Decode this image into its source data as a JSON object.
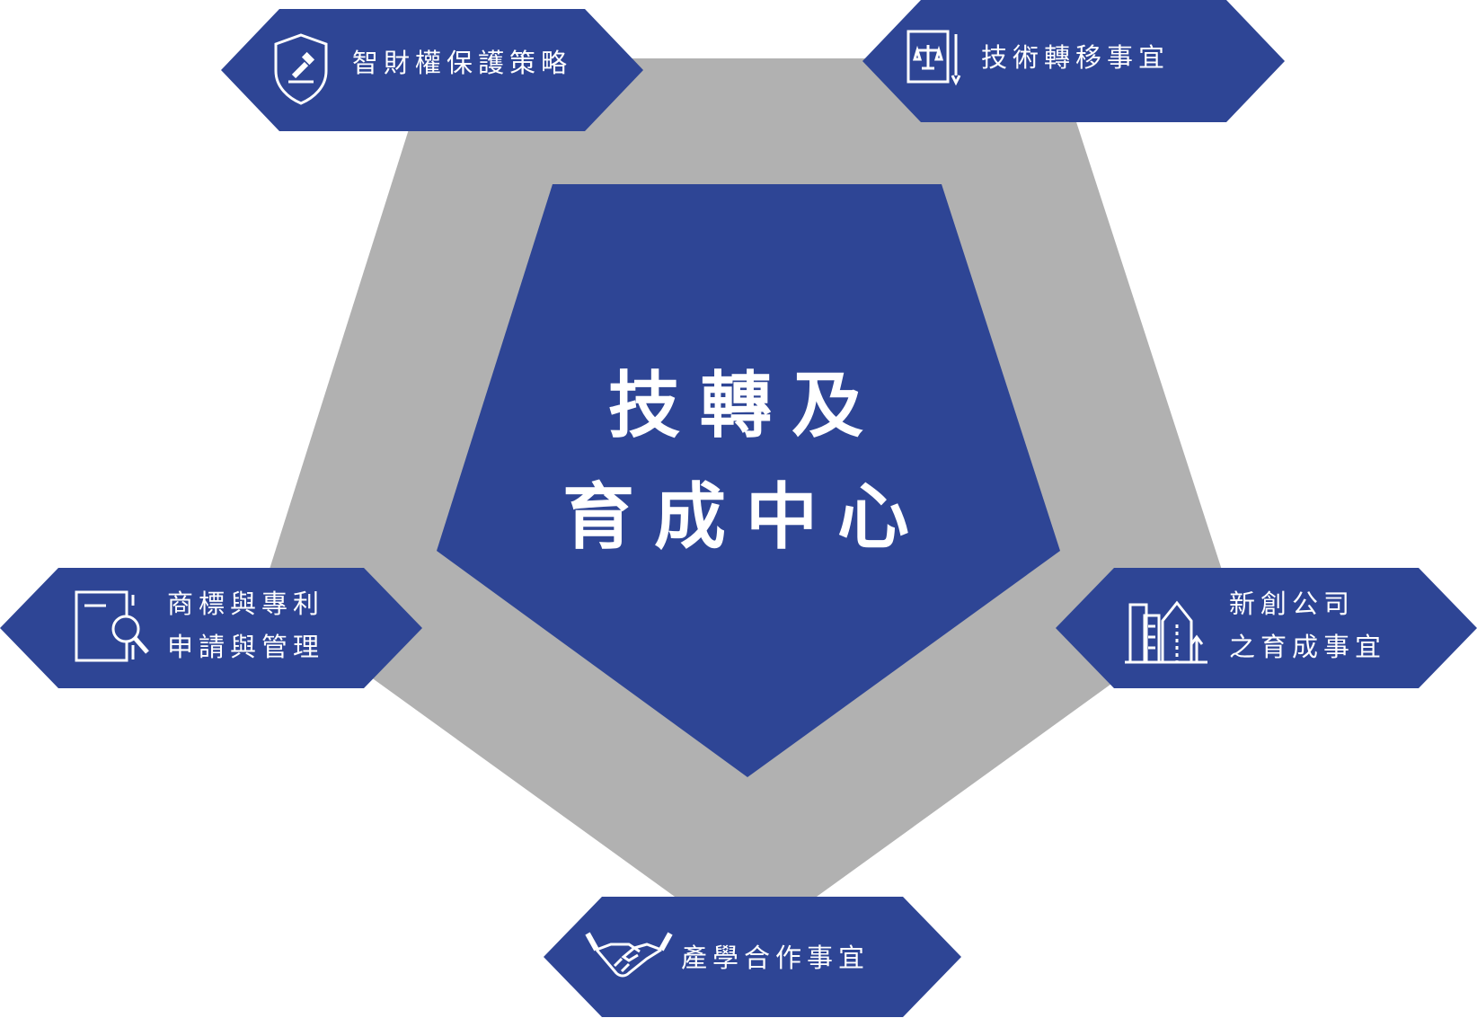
{
  "center": {
    "line1": "技轉及",
    "line2": "育成中心"
  },
  "nodes": {
    "ip_strategy": {
      "label": "智財權保護策略",
      "icon": "shield-gavel-icon"
    },
    "tech_transfer": {
      "label": "技術轉移事宜",
      "icon": "legal-document-pen-icon"
    },
    "trademark_patent": {
      "line1": "商標與專利",
      "line2": "申請與管理",
      "icon": "document-search-icon"
    },
    "startup_incubation": {
      "line1": "新創公司",
      "line2": "之育成事宜",
      "icon": "buildings-growth-icon"
    },
    "industry_academia": {
      "label": "產學合作事宜",
      "icon": "handshake-icon"
    }
  },
  "colors": {
    "navy": "#2e4595",
    "gray": "#b1b1b1",
    "white": "#ffffff"
  }
}
